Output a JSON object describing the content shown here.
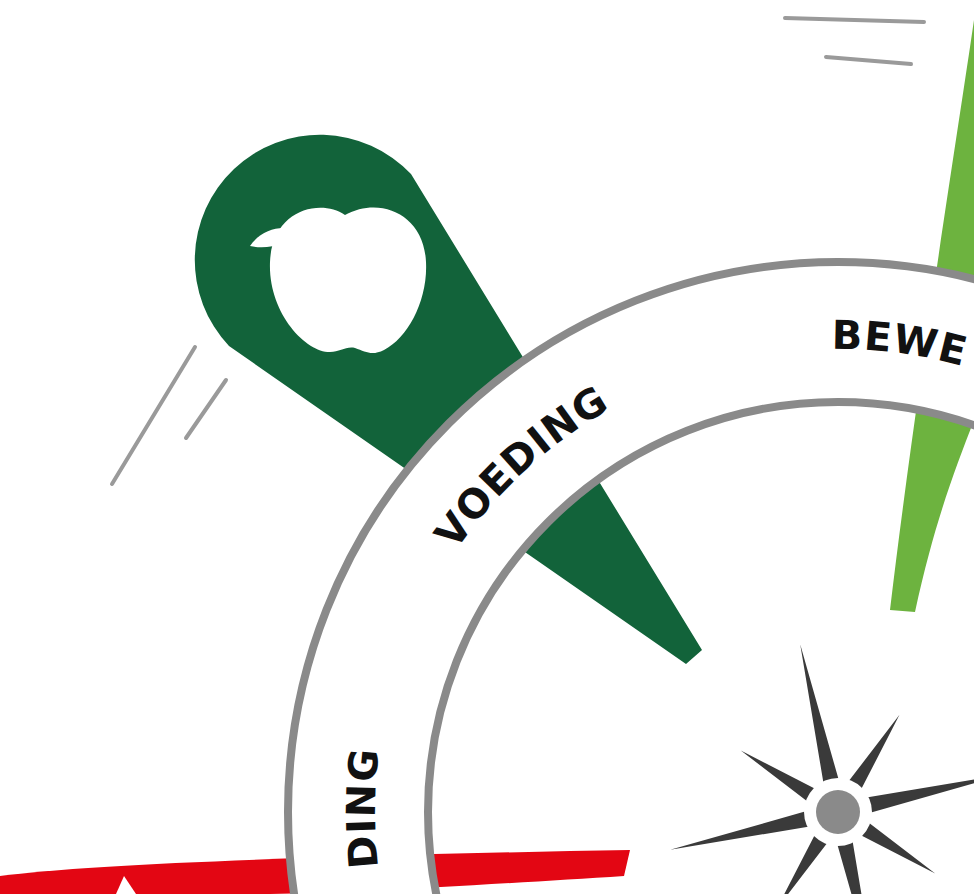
{
  "diagram": {
    "labels": [
      "VOEDING",
      "BEWE",
      "DING"
    ]
  }
}
